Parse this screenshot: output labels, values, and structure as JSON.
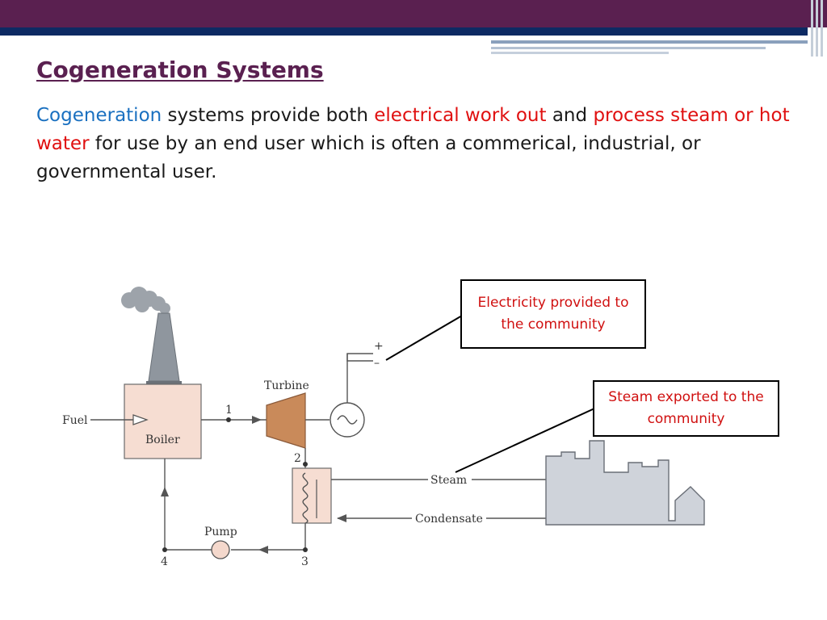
{
  "slide": {
    "title": "Cogeneration Systems",
    "paragraph": {
      "w1": "Cogeneration",
      "w2": " systems provide both ",
      "w3": "electrical work out",
      "w4": " and ",
      "w5": "process steam or hot water",
      "w6": " for use by an end user which is often a commerical, industrial, or governmental user."
    }
  },
  "colors": {
    "header": "#5a2050",
    "navy": "#0d2a63",
    "term_blue": "#1a70c0",
    "term_red": "#e01010",
    "boiler": "#f6ddd2",
    "turbine": "#c98a5a"
  },
  "callouts": {
    "electricity": "Electricity provided to the community",
    "steam": "Steam exported to the community"
  },
  "diagram": {
    "fuel": "Fuel",
    "boiler": "Boiler",
    "turbine": "Turbine",
    "pump": "Pump",
    "steam": "Steam",
    "condensate": "Condensate",
    "plus": "+",
    "minus": "–",
    "states": [
      "1",
      "2",
      "3",
      "4"
    ]
  }
}
